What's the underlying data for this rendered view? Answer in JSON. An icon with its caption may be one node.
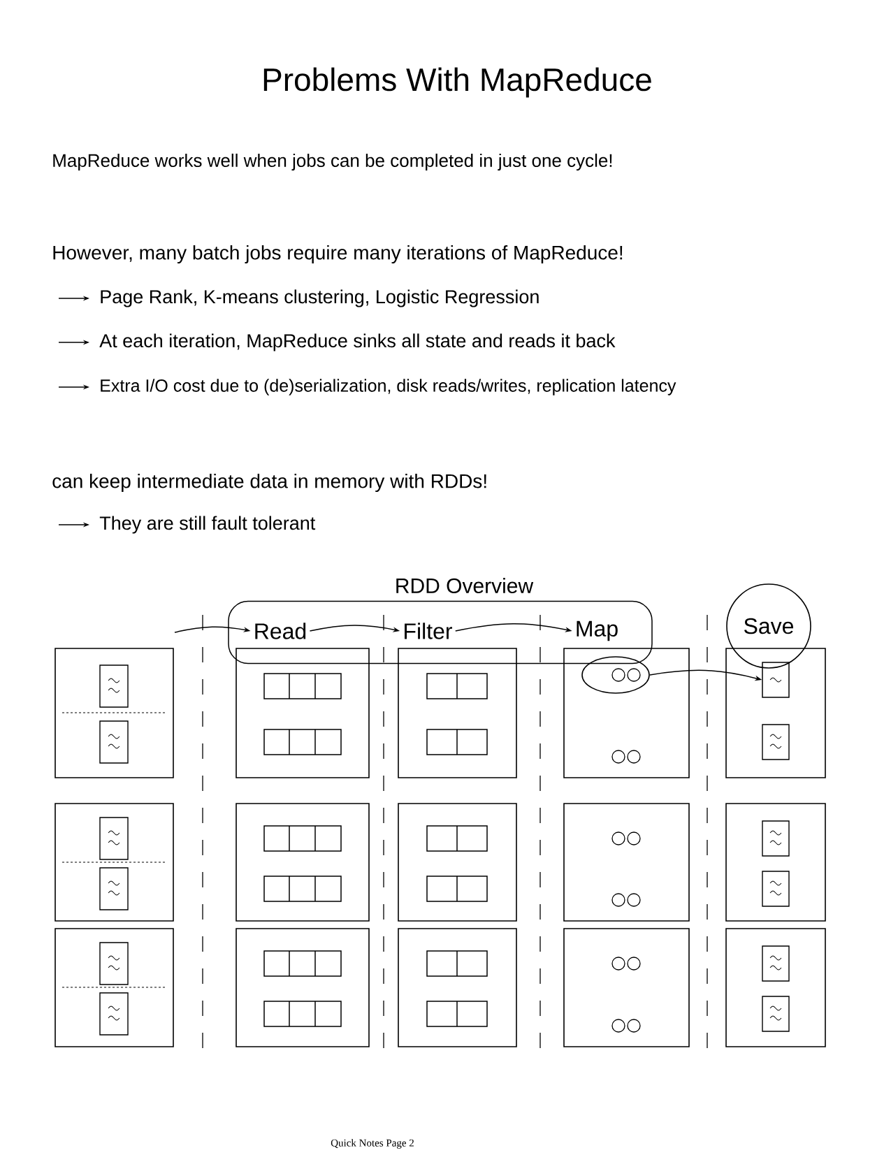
{
  "diagram": {
    "title": "Problems With MapReduce",
    "caption": "Quick Notes Page 2",
    "nodes": [
      {
        "text": [],
        "shape": "box"
      },
      {
        "text": [
          "Read"
        ],
        "in": 0
      },
      {
        "text": [
          "Filter"
        ],
        "in": 0
      },
      {
        "text": [
          "Map"
        ],
        "in": 0
      },
      {
        "text": [
          "Save"
        ]
      },
      {
        "text": [],
        "shape": "circle"
      },
      {
        "text": [],
        "shape": "box"
      }
    ],
    "edges": [
      {
        "from": null,
        "to": 1,
        "arrow": "to"
      },
      {
        "from": 1,
        "to": 2,
        "arrow": "to"
      },
      {
        "from": 2,
        "to": 3,
        "arrow": "to"
      },
      {
        "from": 5,
        "to": 6,
        "arrow": "to"
      }
    ],
    "labels": [
      "MapReduce works well when jobs can be completed in just one cycle!",
      "However, many batch jobs require many iterations of MapReduce!",
      "Page Rank, K-means clustering, Logistic Regression",
      "At each iteration, MapReduce sinks all state and reads it back",
      "Extra I/O cost due to (de)serialization, disk reads/writes, replication latency",
      "can keep intermediate data in memory with RDDs!",
      "They are still fault tolerant",
      "RDD Overview"
    ]
  }
}
